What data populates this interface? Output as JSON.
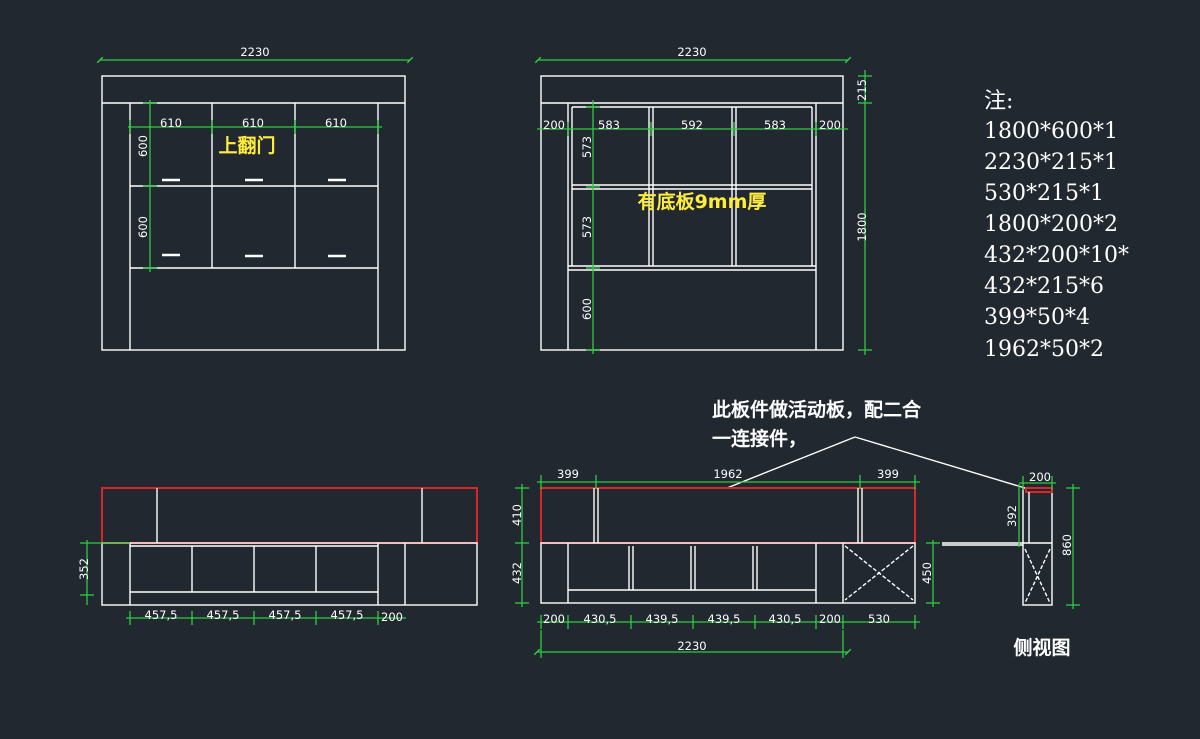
{
  "front_view": {
    "overall_width": "2230",
    "col_a": "610",
    "col_b": "610",
    "col_c": "610",
    "row_upper": "600",
    "row_lower": "600",
    "flip_door_label": "上翻门"
  },
  "rear_view": {
    "overall_width": "2230",
    "side_left": "200",
    "side_right": "200",
    "col_a": "583",
    "col_b": "592",
    "col_c": "583",
    "top": "215",
    "height": "1800",
    "row1": "573",
    "row2": "573",
    "row3": "600",
    "base_board_label": "有底板9mm厚"
  },
  "notes": {
    "title": "注:",
    "items": [
      "1800*600*1",
      "2230*215*1",
      "530*215*1",
      "1800*200*2",
      "432*200*10*",
      "432*215*6",
      "399*50*4",
      "1962*50*2"
    ]
  },
  "bottom_left": {
    "height": "352",
    "b1": "457,5",
    "b2": "457,5",
    "b3": "457,5",
    "b4": "457,5",
    "b5": "200"
  },
  "bottom_right": {
    "annotation_line1": "此板件做活动板，配二合",
    "annotation_line2": "一连接件，",
    "top_a": "399",
    "top_b": "1962",
    "top_c": "399",
    "left_upper": "410",
    "left_lower": "432",
    "right_h": "450",
    "b1": "200",
    "b2": "430,5",
    "b3": "439,5",
    "b4": "439,5",
    "b5": "430,5",
    "b6": "200",
    "b7": "530",
    "overall_width": "2230"
  },
  "side_view": {
    "width": "200",
    "upper": "392",
    "total": "860",
    "label": "侧视图"
  },
  "colors": {
    "background": "#212830",
    "dimension": "#2ecc40",
    "highlight": "#d9262b",
    "label": "#ffec3d"
  }
}
